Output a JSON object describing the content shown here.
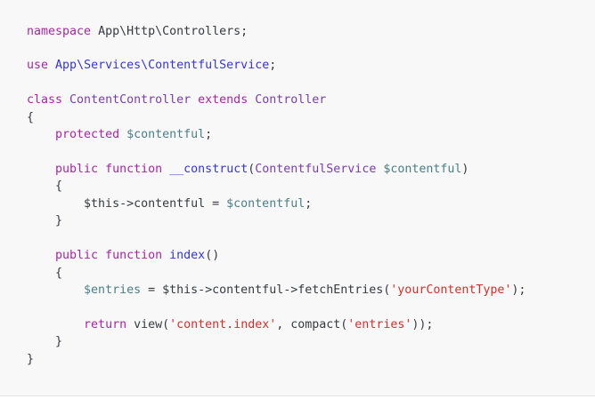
{
  "colors": {
    "keyword": "#a626a4",
    "namespace": "#3535d0",
    "class": "#7a3ea8",
    "function": "#3535d0",
    "variable": "#4b7f86",
    "string": "#d0302c",
    "background": "#f8f8f8"
  },
  "code": {
    "language": "php",
    "lines": [
      [
        [
          "kw",
          "namespace"
        ],
        [
          "plain",
          " App\\Http\\Controllers;"
        ]
      ],
      [],
      [
        [
          "kw",
          "use"
        ],
        [
          "plain",
          " "
        ],
        [
          "ns",
          "App\\Services\\ContentfulService"
        ],
        [
          "plain",
          ";"
        ]
      ],
      [],
      [
        [
          "kw",
          "class"
        ],
        [
          "plain",
          " "
        ],
        [
          "cls",
          "ContentController"
        ],
        [
          "plain",
          " "
        ],
        [
          "kw",
          "extends"
        ],
        [
          "plain",
          " "
        ],
        [
          "cls",
          "Controller"
        ]
      ],
      [
        [
          "plain",
          "{"
        ]
      ],
      [
        [
          "plain",
          "    "
        ],
        [
          "kw",
          "protected"
        ],
        [
          "plain",
          " "
        ],
        [
          "var",
          "$contentful"
        ],
        [
          "plain",
          ";"
        ]
      ],
      [],
      [
        [
          "plain",
          "    "
        ],
        [
          "kw",
          "public"
        ],
        [
          "plain",
          " "
        ],
        [
          "kw",
          "function"
        ],
        [
          "plain",
          " "
        ],
        [
          "fn",
          "__construct"
        ],
        [
          "plain",
          "("
        ],
        [
          "cls",
          "ContentfulService"
        ],
        [
          "plain",
          " "
        ],
        [
          "var",
          "$contentful"
        ],
        [
          "plain",
          ")"
        ]
      ],
      [
        [
          "plain",
          "    {"
        ]
      ],
      [
        [
          "plain",
          "        $this->contentful = "
        ],
        [
          "var",
          "$contentful"
        ],
        [
          "plain",
          ";"
        ]
      ],
      [
        [
          "plain",
          "    }"
        ]
      ],
      [],
      [
        [
          "plain",
          "    "
        ],
        [
          "kw",
          "public"
        ],
        [
          "plain",
          " "
        ],
        [
          "kw",
          "function"
        ],
        [
          "plain",
          " "
        ],
        [
          "fn",
          "index"
        ],
        [
          "plain",
          "()"
        ]
      ],
      [
        [
          "plain",
          "    {"
        ]
      ],
      [
        [
          "plain",
          "        "
        ],
        [
          "var",
          "$entries"
        ],
        [
          "plain",
          " = $this->contentful->fetchEntries("
        ],
        [
          "str",
          "'yourContentType'"
        ],
        [
          "plain",
          ");"
        ]
      ],
      [],
      [
        [
          "plain",
          "        "
        ],
        [
          "kw",
          "return"
        ],
        [
          "plain",
          " view("
        ],
        [
          "str",
          "'content.index'"
        ],
        [
          "plain",
          ", compact("
        ],
        [
          "str",
          "'entries'"
        ],
        [
          "plain",
          "));"
        ]
      ],
      [
        [
          "plain",
          "    }"
        ]
      ],
      [
        [
          "plain",
          "}"
        ]
      ]
    ]
  }
}
